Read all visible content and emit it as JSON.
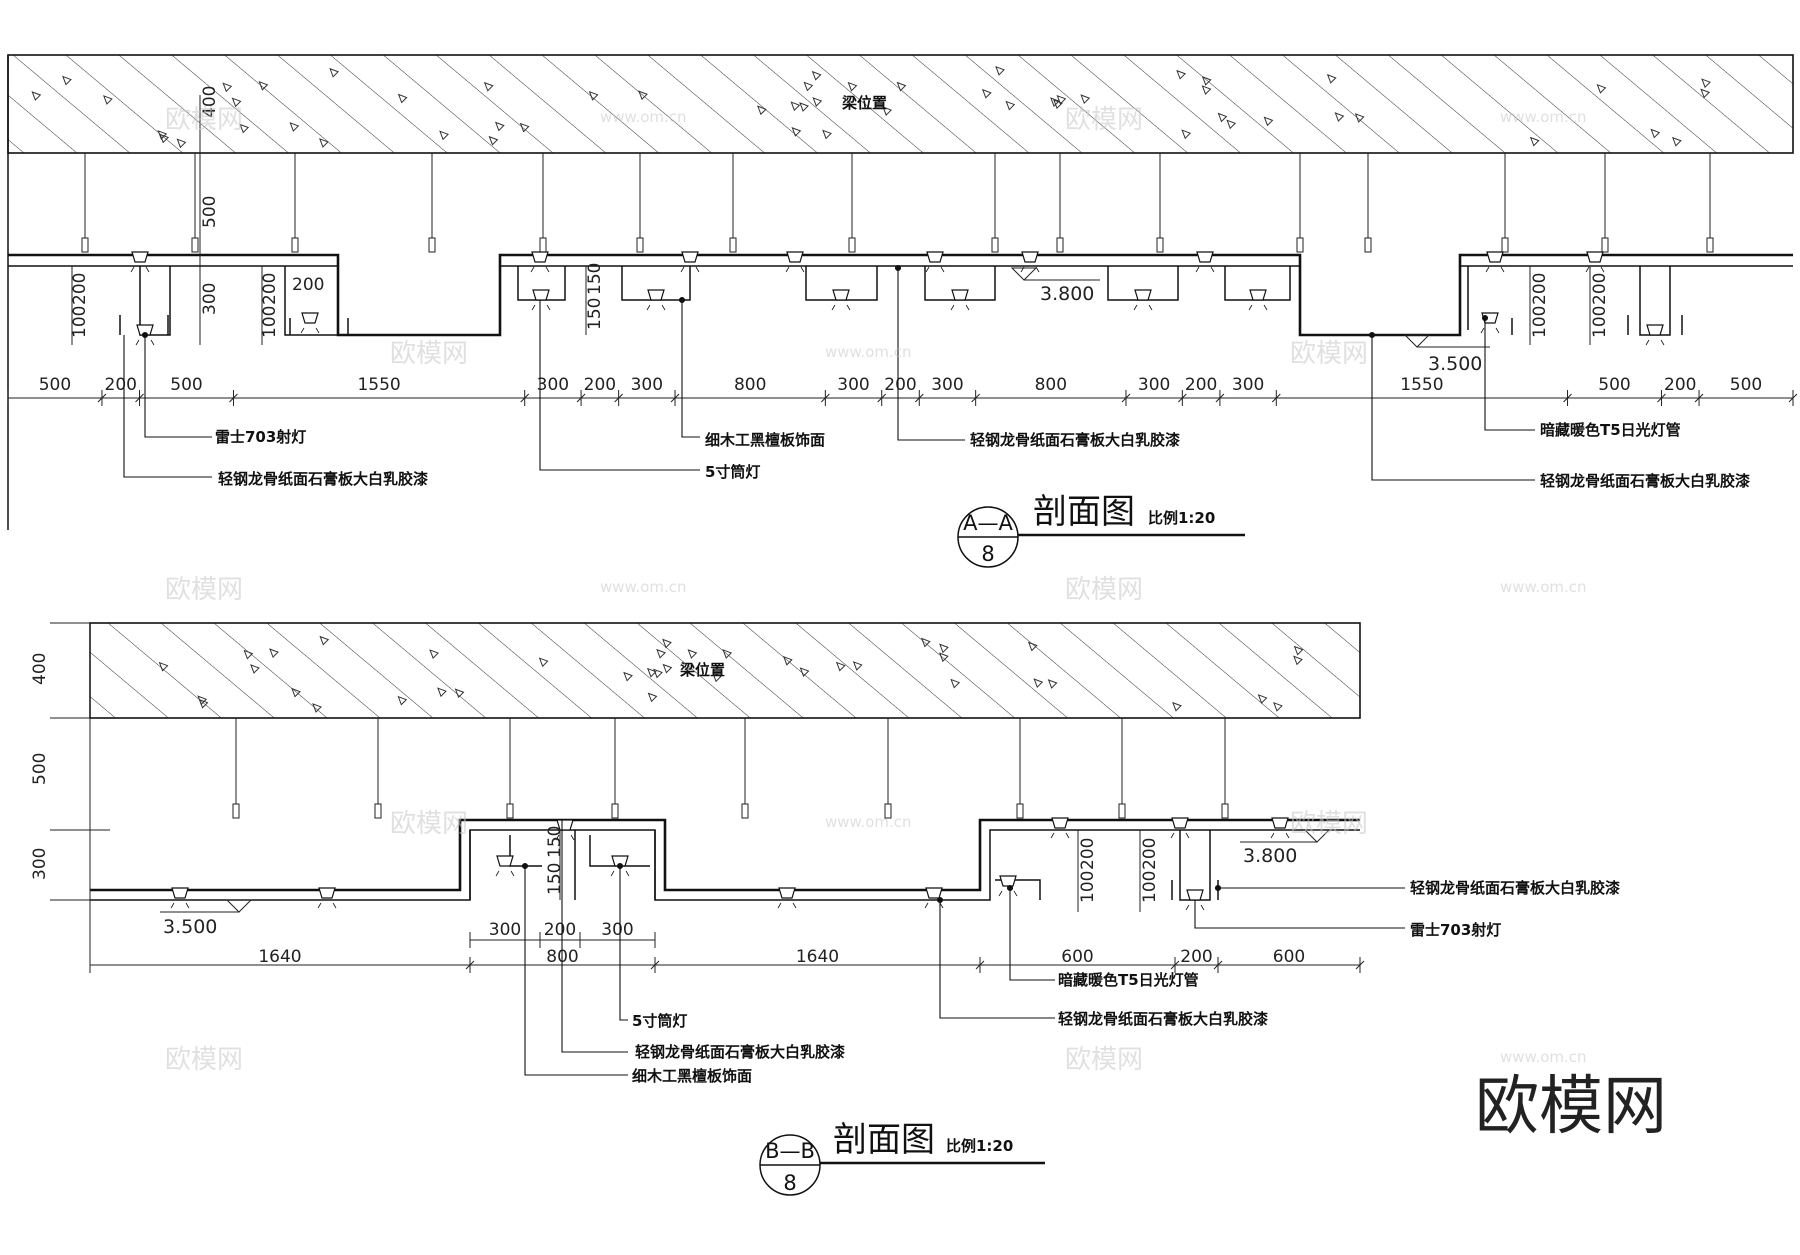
{
  "sections": [
    {
      "id": "A-A",
      "title": "剖面图",
      "scale": "比例1:20",
      "bubble_top": "A—A",
      "bubble_bottom": "8",
      "beam_label": "梁位置",
      "vertical_dims": [
        "400",
        "500",
        "300",
        "200",
        "100",
        "200",
        "100",
        "200",
        "150",
        "150",
        "200",
        "100",
        "200",
        "100"
      ],
      "bottom_dims": [
        "500",
        "200",
        "500",
        "1550",
        "300",
        "200",
        "300",
        "800",
        "300",
        "200",
        "300",
        "800",
        "300",
        "200",
        "300",
        "1550",
        "500",
        "200",
        "500"
      ],
      "inline_dim": "200",
      "elevations": [
        "3.800",
        "3.500"
      ],
      "labels": [
        "雷士703射灯",
        "轻钢龙骨纸面石膏板大白乳胶漆",
        "细木工黑檀板饰面",
        "5寸筒灯",
        "轻钢龙骨纸面石膏板大白乳胶漆",
        "暗藏暖色T5日光灯管",
        "轻钢龙骨纸面石膏板大白乳胶漆"
      ]
    },
    {
      "id": "B-B",
      "title": "剖面图",
      "scale": "比例1:20",
      "bubble_top": "B—B",
      "bubble_bottom": "8",
      "beam_label": "梁位置",
      "vertical_dims": [
        "400",
        "500",
        "300",
        "150",
        "150",
        "200",
        "100",
        "200",
        "100"
      ],
      "bottom_dims": [
        "300",
        "200",
        "300",
        "1640",
        "800",
        "1640",
        "600",
        "200",
        "600"
      ],
      "elevations": [
        "3.800",
        "3.500"
      ],
      "labels": [
        "轻钢龙骨纸面石膏板大白乳胶漆",
        "雷士703射灯",
        "暗藏暖色T5日光灯管",
        "轻钢龙骨纸面石膏板大白乳胶漆",
        "5寸筒灯",
        "轻钢龙骨纸面石膏板大白乳胶漆",
        "细木工黑檀板饰面"
      ]
    }
  ],
  "watermarks": [
    "欧模网",
    "www.om.cn"
  ],
  "brand": "欧模网"
}
